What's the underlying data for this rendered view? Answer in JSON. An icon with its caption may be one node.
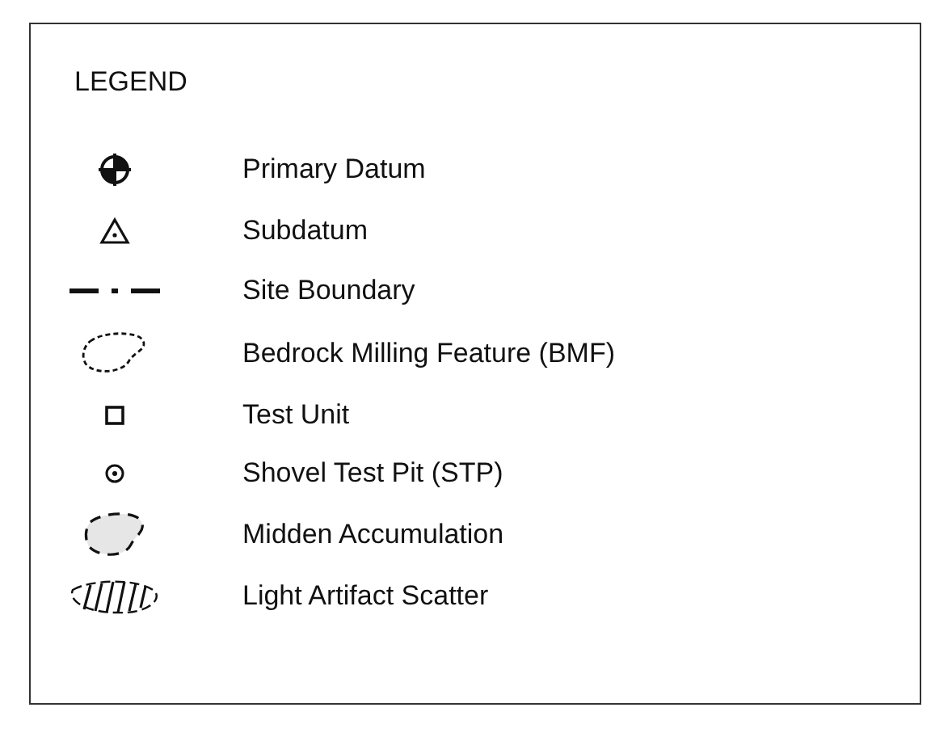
{
  "diagram": {
    "title": "LEGEND",
    "legend": [
      {
        "text": "Primary Datum"
      },
      {
        "text": "Subdatum"
      },
      {
        "text": "Site Boundary"
      },
      {
        "text": "Bedrock Milling Feature (BMF)"
      },
      {
        "text": "Test Unit"
      },
      {
        "text": "Shovel Test Pit (STP)"
      },
      {
        "text": "Midden Accumulation"
      },
      {
        "text": "Light Artifact Scatter"
      }
    ]
  }
}
